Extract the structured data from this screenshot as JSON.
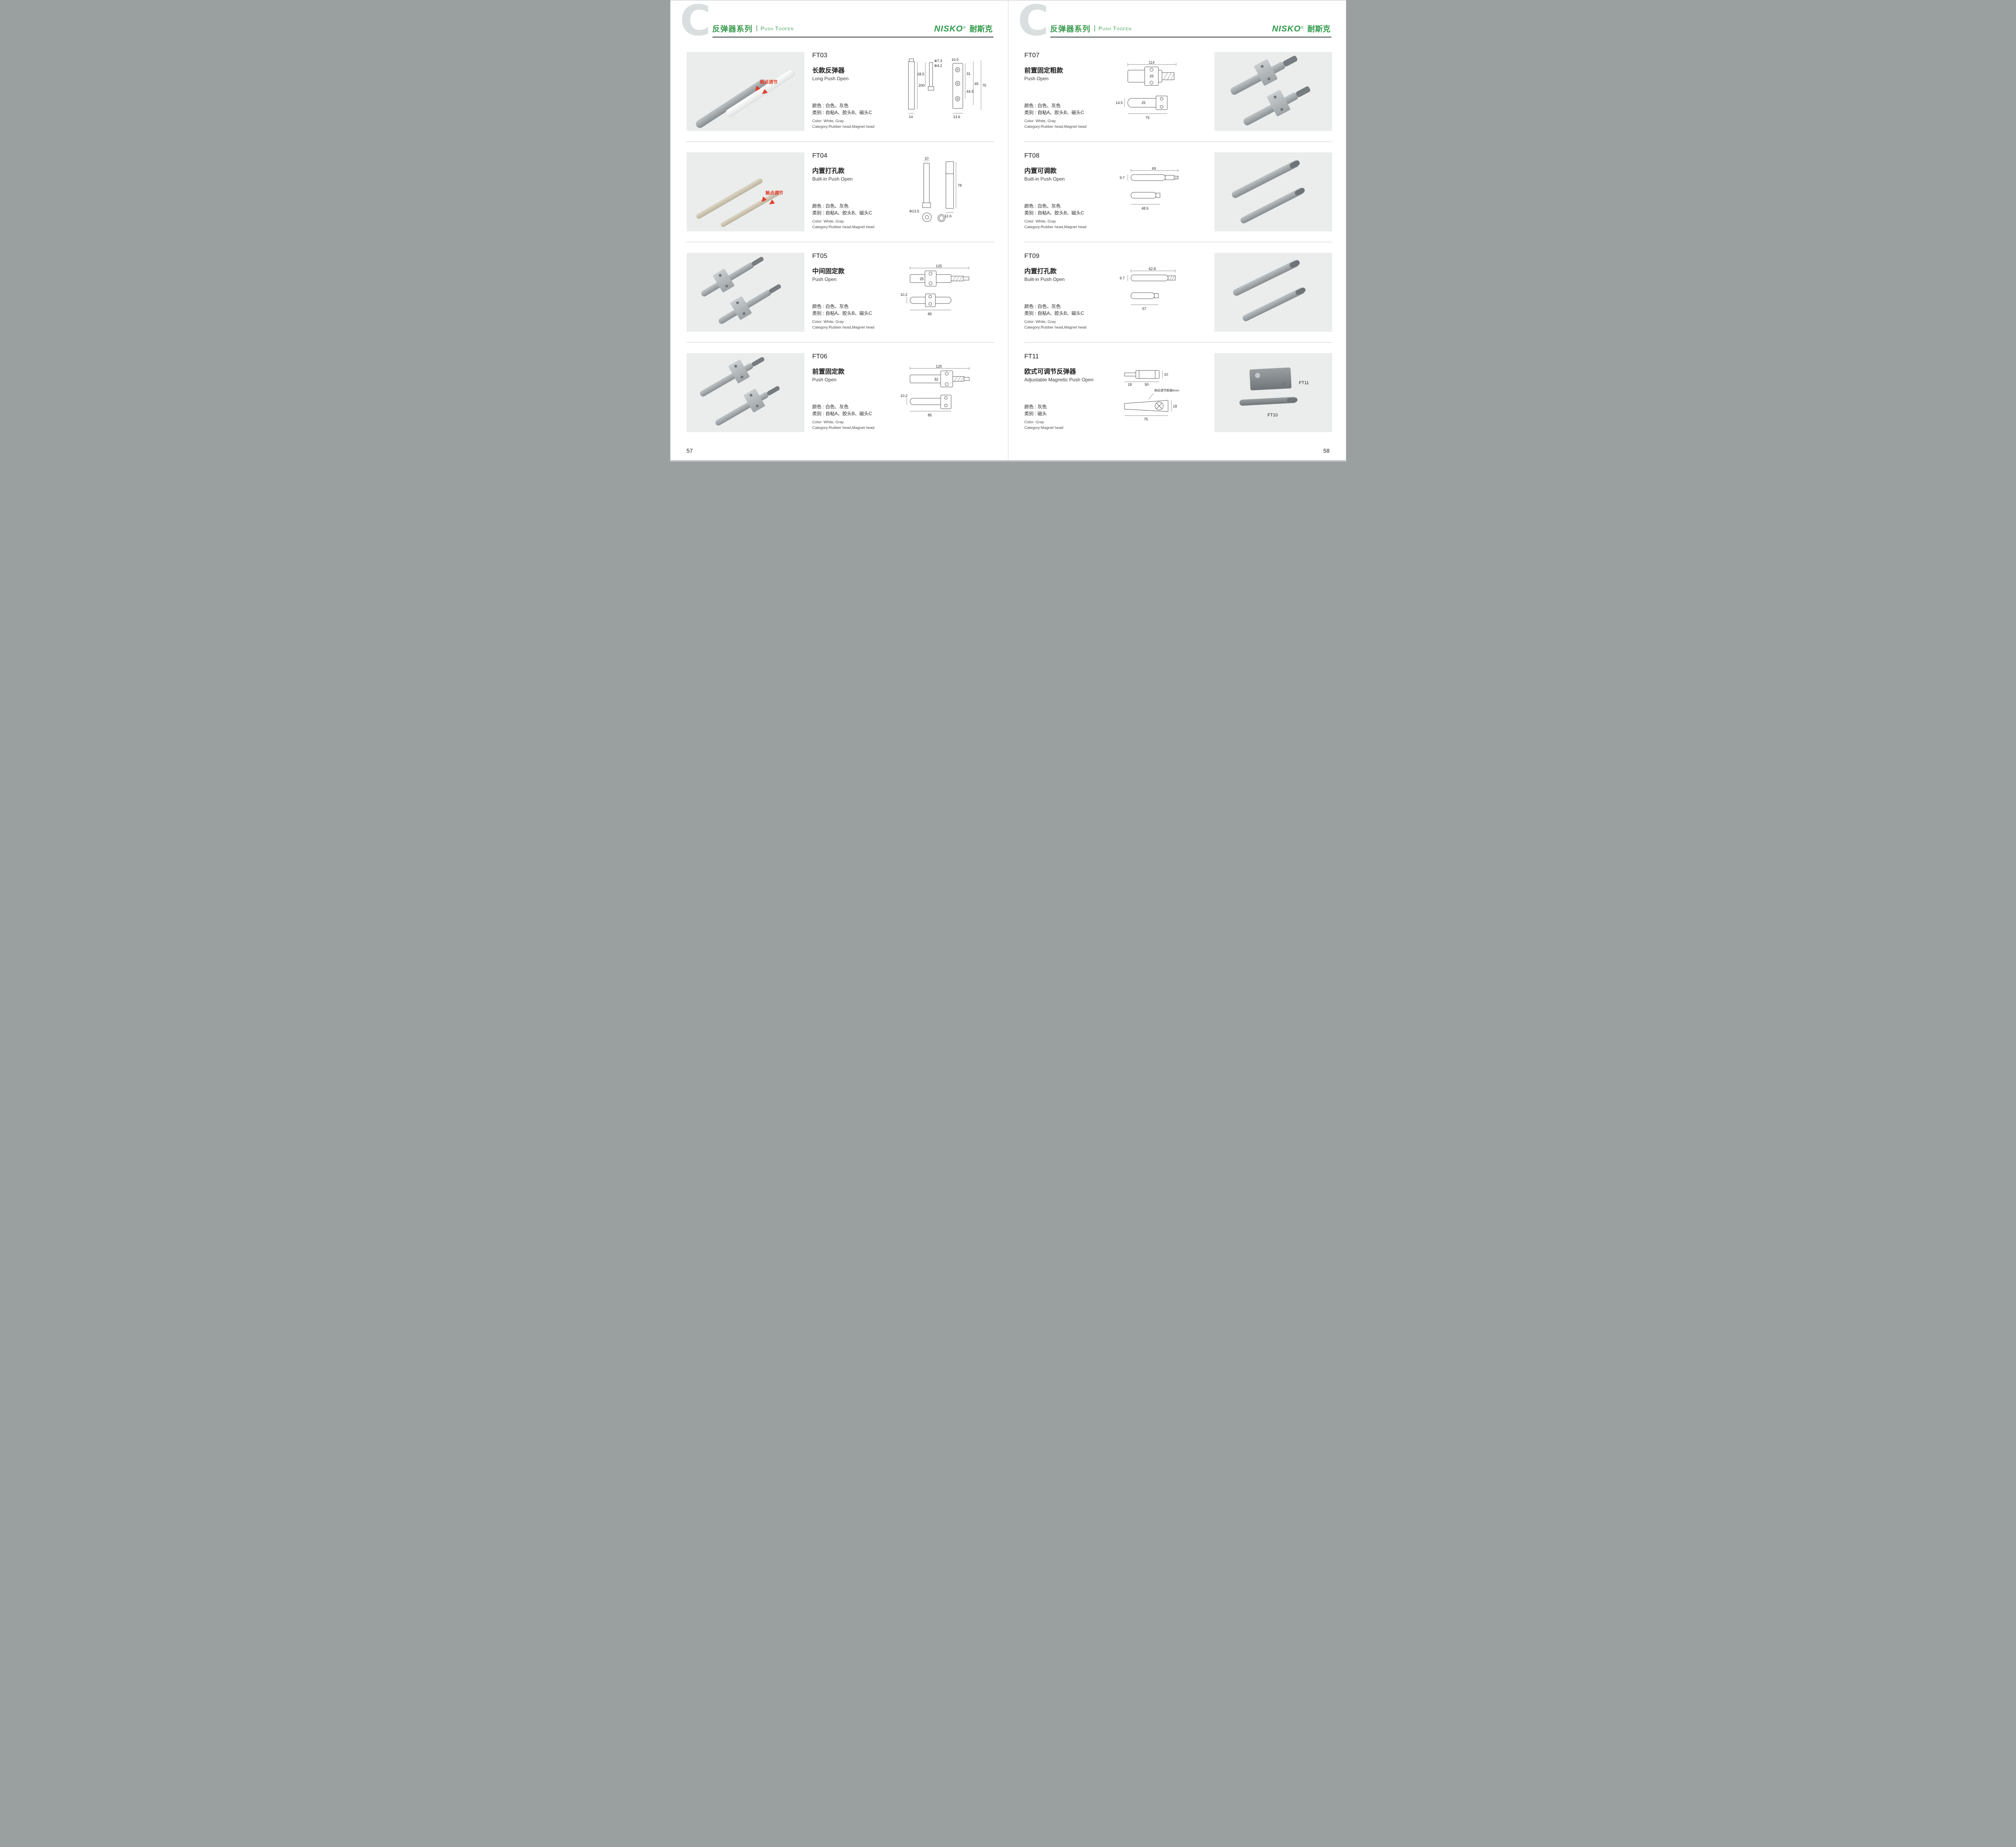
{
  "header": {
    "watermark": "C",
    "series_cn": "反弹器系列",
    "series_en": "Push Toofen",
    "logo_latin": "NISKO",
    "logo_cn": "耐斯克",
    "logo_reg": "®"
  },
  "pages": [
    {
      "number": "57",
      "products": [
        {
          "code": "FT03",
          "name_cn": "长款反弹器",
          "name_en": "Long Push Open",
          "photo_note": "触点调节",
          "spec_cn_1": "颜色 : 白色、灰色",
          "spec_cn_2": "类别 : 自粘A、胶头B、磁头C",
          "spec_en_1": "Color: White, Gray",
          "spec_en_2": "Category:Rubber head,Magnet head",
          "dims": [
            "200",
            "14",
            "28.5",
            "Φ7.3",
            "Φ4.2",
            "10.5",
            "31",
            "44.5",
            "13.6",
            "65",
            "75"
          ]
        },
        {
          "code": "FT04",
          "name_cn": "内置打孔款",
          "name_en": "Built-in Push Open",
          "photo_note": "触点调节",
          "spec_cn_1": "颜色 : 白色、灰色",
          "spec_cn_2": "类别 : 自粘A、胶头B、磁头C",
          "spec_en_1": "Color: White, Gray",
          "spec_en_2": "Category:Rubber head,Magnet head",
          "dims": [
            "10",
            "78",
            "11.6",
            "Φ13.5"
          ]
        },
        {
          "code": "FT05",
          "name_cn": "中间固定款",
          "name_en": "Push Open",
          "spec_cn_1": "颜色 : 白色、灰色",
          "spec_cn_2": "类别 : 自粘A、胶头B、磁头C",
          "spec_en_1": "Color: White, Gray",
          "spec_en_2": "Category:Rubber head,Magnet head",
          "dims": [
            "125",
            "25",
            "10.2",
            "85"
          ]
        },
        {
          "code": "FT06",
          "name_cn": "前置固定款",
          "name_en": "Push Open",
          "spec_cn_1": "颜色 : 白色、灰色",
          "spec_cn_2": "类别 : 自粘A、胶头B、磁头C",
          "spec_en_1": "Color: White, Gray",
          "spec_en_2": "Category:Rubber head,Magnet head",
          "dims": [
            "125",
            "32",
            "10.2",
            "85"
          ]
        }
      ]
    },
    {
      "number": "58",
      "products": [
        {
          "code": "FT07",
          "name_cn": "前置固定粗款",
          "name_en": "Push Open",
          "spec_cn_1": "颜色 : 白色、灰色",
          "spec_cn_2": "类别 : 自粘A、胶头B、磁头C",
          "spec_en_1": "Color: White, Gray",
          "spec_en_2": "Category:Rubber head,Magnet head",
          "dims": [
            "114",
            "25",
            "14.5",
            "25",
            "75"
          ]
        },
        {
          "code": "FT08",
          "name_cn": "内置可调款",
          "name_en": "Built-in Push Open",
          "spec_cn_1": "颜色 : 白色、灰色",
          "spec_cn_2": "类别 : 自粘A、胶头B、磁头C",
          "spec_en_1": "Color: White, Gray",
          "spec_en_2": "Category:Rubber head,Magnet head",
          "dims": [
            "69",
            "9.7",
            "48.5"
          ]
        },
        {
          "code": "FT09",
          "name_cn": "内置打孔款",
          "name_en": "Built-in Push Open",
          "spec_cn_1": "颜色 : 白色、灰色",
          "spec_cn_2": "类别 : 自粘A、胶头B、磁头C",
          "spec_en_1": "Color: White, Gray",
          "spec_en_2": "Category:Rubber head,Magnet head",
          "dims": [
            "62.8",
            "9.7",
            "57"
          ]
        },
        {
          "code": "FT11",
          "name_cn": "欧式可调节反弹器",
          "name_en": "Adjustable Magnetic Push Open",
          "spec_cn_1": "颜色 : 灰色",
          "spec_cn_2": "类别 : 磁头",
          "spec_en_1": "Color: Gray",
          "spec_en_2": "Category:Magnet head",
          "drawing_note": "前后调节距离6mm",
          "photo_labels": [
            "FT11",
            "FT10"
          ],
          "dims": [
            "10",
            "18",
            "50",
            "18",
            "75"
          ]
        }
      ]
    }
  ]
}
